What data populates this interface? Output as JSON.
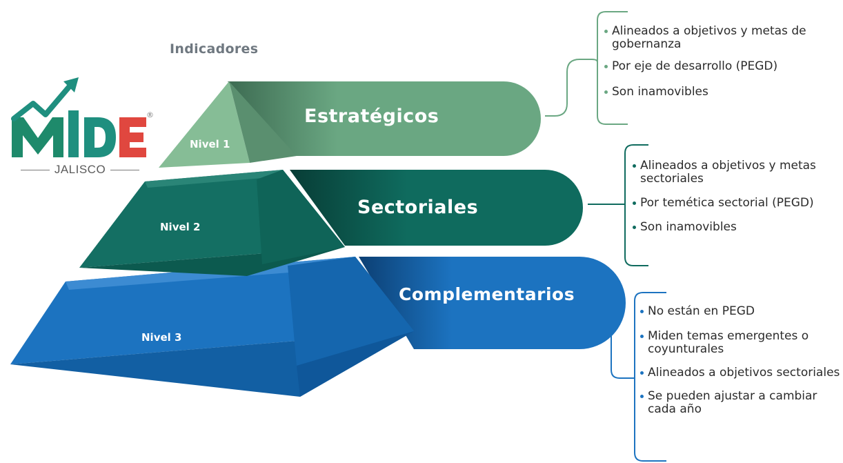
{
  "heading": "Indicadores",
  "logo": {
    "wordmark": "MIDE",
    "subtitle": "JALISCO",
    "registered": "®",
    "colors": {
      "green": "#1e8a6b",
      "teal": "#1f8f7f",
      "red": "#e0473f"
    }
  },
  "levels": [
    {
      "level_label": "Nivel 1",
      "band_label": "Estratégicos",
      "color": "#6aa782",
      "items": [
        "Alineados a objetivos y metas de gobernanza",
        "Por eje de desarrollo (PEGD)",
        "Son inamovibles"
      ]
    },
    {
      "level_label": "Nivel 2",
      "band_label": "Sectoriales",
      "color": "#0f6b5e",
      "items": [
        "Alineados a objetivos y metas sectoriales",
        "Por temética sectorial (PEGD)",
        "Son inamovibles"
      ]
    },
    {
      "level_label": "Nivel 3",
      "band_label": "Complementarios",
      "color": "#1c73c0",
      "items": [
        "No están en PEGD",
        "Miden temas emergentes o coyunturales",
        "Alineados a objetivos sectoriales",
        "Se pueden ajustar a cambiar cada año"
      ]
    }
  ]
}
